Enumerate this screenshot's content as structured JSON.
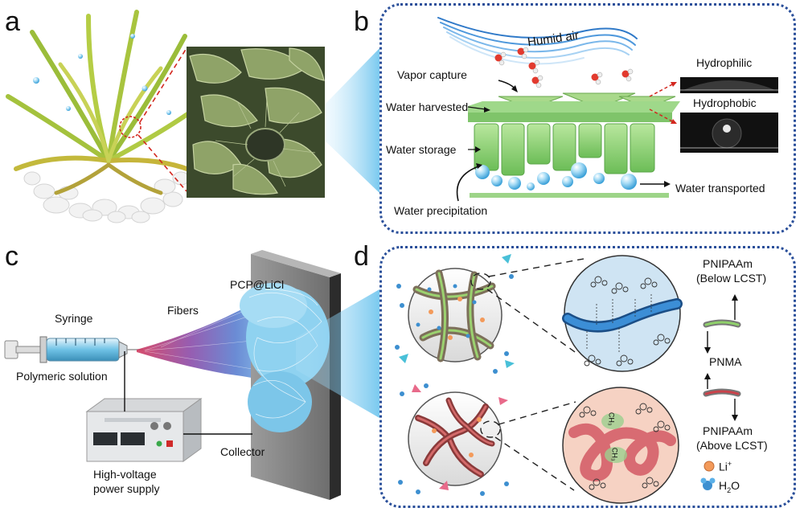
{
  "panels": {
    "a": "a",
    "b": "b",
    "c": "c",
    "d": "d"
  },
  "panel_b": {
    "humid_air": "Humid air",
    "vapor_capture": "Vapor capture",
    "water_harvested": "Water harvested",
    "water_storage": "Water storage",
    "water_precipitation": "Water precipitation",
    "water_transported": "Water transported",
    "hydrophilic": "Hydrophilic",
    "hydrophobic": "Hydrophobic"
  },
  "panel_c": {
    "syringe": "Syringe",
    "fibers": "Fibers",
    "pcp_licl": "PCP@LiCl",
    "polymeric_solution": "Polymeric solution",
    "collector": "Collector",
    "power_supply_line1": "High-voltage",
    "power_supply_line2": "power supply"
  },
  "panel_d": {
    "pnipaam_below_1": "PNIPAAm",
    "pnipaam_below_2": "(Below LCST)",
    "pnma": "PNMA",
    "pnipaam_above_1": "PNIPAAm",
    "pnipaam_above_2": "(Above LCST)",
    "li_legend": "Li",
    "li_sup": "+",
    "h2o_legend_a": "H",
    "h2o_legend_sub": "2",
    "h2o_legend_b": "O",
    "ch3": "CH₃"
  },
  "colors": {
    "panel_border": "#2a4f9a",
    "green_block": "#8ed07a",
    "water_blue": "#7ec8ee",
    "fiber_blue": "#7cc4e6",
    "fiber_purple": "#8b5aa8",
    "fiber_pink": "#c9305a",
    "peach": "#f6d2c3",
    "pale_blue": "#cfe4f3",
    "li_orange": "#f39a5a"
  }
}
